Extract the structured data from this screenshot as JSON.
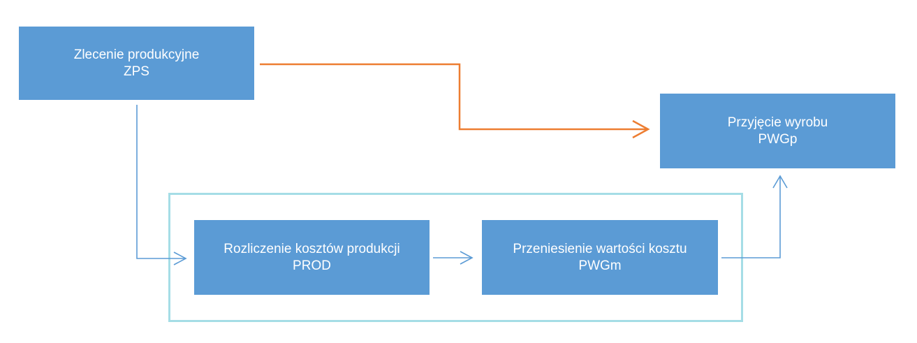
{
  "nodes": {
    "zps": {
      "line1": "Zlecenie produkcyjne",
      "line2": "ZPS"
    },
    "pwgp": {
      "line1": "Przyjęcie wyrobu",
      "line2": "PWGp"
    },
    "prod": {
      "line1": "Rozliczenie kosztów produkcji",
      "line2": "PROD"
    },
    "pwgm": {
      "line1": "Przeniesienie wartości kosztu",
      "line2": "PWGm"
    }
  },
  "colors": {
    "box_fill": "#5b9bd5",
    "box_text": "#ffffff",
    "arrow_blue": "#5b9bd5",
    "arrow_orange": "#ed7d31",
    "group_frame": "#a5dde6"
  }
}
